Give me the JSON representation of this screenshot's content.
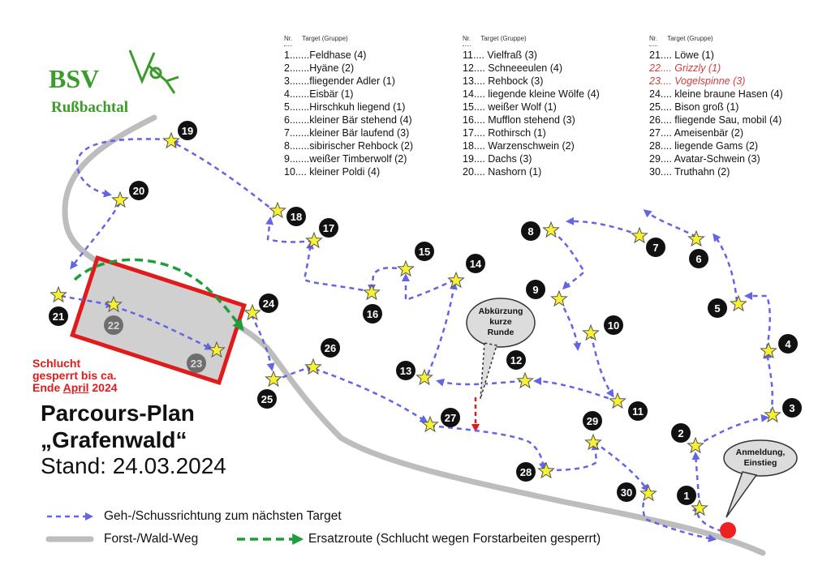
{
  "logo": {
    "initials": "BSV",
    "name": "Rußbachtal"
  },
  "targets_header": {
    "nr": "Nr.",
    "target": "Target (Gruppe)"
  },
  "targets": [
    {
      "id": "1",
      "text": "1.......Feldhase (4)"
    },
    {
      "id": "2",
      "text": "2.......Hyäne (2)"
    },
    {
      "id": "3",
      "text": "3.......fliegender Adler (1)"
    },
    {
      "id": "4",
      "text": "4.......Eisbär (1)"
    },
    {
      "id": "5",
      "text": "5.......Hirschkuh liegend (1)"
    },
    {
      "id": "6",
      "text": "6.......kleiner Bär stehend (4)"
    },
    {
      "id": "7",
      "text": "7.......kleiner Bär laufend (3)"
    },
    {
      "id": "8",
      "text": "8.......sibirischer Rehbock (2)"
    },
    {
      "id": "9",
      "text": "9.......weißer Timberwolf (2)"
    },
    {
      "id": "10",
      "text": "10.... kleiner Poldi (4)"
    },
    {
      "id": "11",
      "text": "11.... Vielfraß (3)"
    },
    {
      "id": "12",
      "text": "12.... Schneeeulen (4)"
    },
    {
      "id": "13",
      "text": "13.... Rehbock (3)"
    },
    {
      "id": "14",
      "text": "14.... liegende kleine Wölfe (4)"
    },
    {
      "id": "15",
      "text": "15.... weißer Wolf (1)"
    },
    {
      "id": "16",
      "text": "16.... Mufflon stehend (3)"
    },
    {
      "id": "17",
      "text": "17.... Rothirsch (1)"
    },
    {
      "id": "18",
      "text": "18.... Warzenschwein (2)"
    },
    {
      "id": "19",
      "text": "19.... Dachs (3)"
    },
    {
      "id": "20",
      "text": "20.... Nashorn (1)"
    },
    {
      "id": "21",
      "text": "21.... Löwe (1)"
    },
    {
      "id": "22",
      "text": "22.... Grizzly (1)",
      "closed": true
    },
    {
      "id": "23",
      "text": "23.... Vogelspinne (3)",
      "closed": true
    },
    {
      "id": "24",
      "text": "24.... kleine braune Hasen (4)"
    },
    {
      "id": "25",
      "text": "25.... Bison groß (1)"
    },
    {
      "id": "26",
      "text": "26.... fliegende Sau, mobil (4)"
    },
    {
      "id": "27",
      "text": "27.... Ameisenbär (2)"
    },
    {
      "id": "28",
      "text": "28.... liegende Gams (2)"
    },
    {
      "id": "29",
      "text": "29.... Avatar-Schwein (3)"
    },
    {
      "id": "30",
      "text": "30.... Truthahn (2)"
    }
  ],
  "title_line1": "Parcours-Plan",
  "title_line2": "„Grafenwald“",
  "stand": "Stand: 24.03.2024",
  "warning": {
    "line1": "Schlucht",
    "line2": "gesperrt bis ca.",
    "line3_pre": "Ende ",
    "line3_month": "April",
    "line3_post": " 2024"
  },
  "bubbles": {
    "shortcut": [
      "Abkürzung",
      "kurze",
      "Runde"
    ],
    "start": [
      "Anmeldung,",
      "Einstieg"
    ]
  },
  "legend": {
    "direction": "Geh-/Schussrichtung zum nächsten Target",
    "road": "Forst-/Wald-Weg",
    "alternate": "Ersatzroute (Schlucht wegen Forstarbeiten gesperrt)"
  },
  "colors": {
    "arrow": "#6464e6",
    "road": "#bdbdbd",
    "alternate": "#1e9e3a",
    "closed_zone_border": "#e11b1b",
    "closed_zone_fill": "#d0d0d0",
    "star": "#f8f032",
    "start_marker": "#ee2222",
    "logo": "#3c9c2a"
  }
}
